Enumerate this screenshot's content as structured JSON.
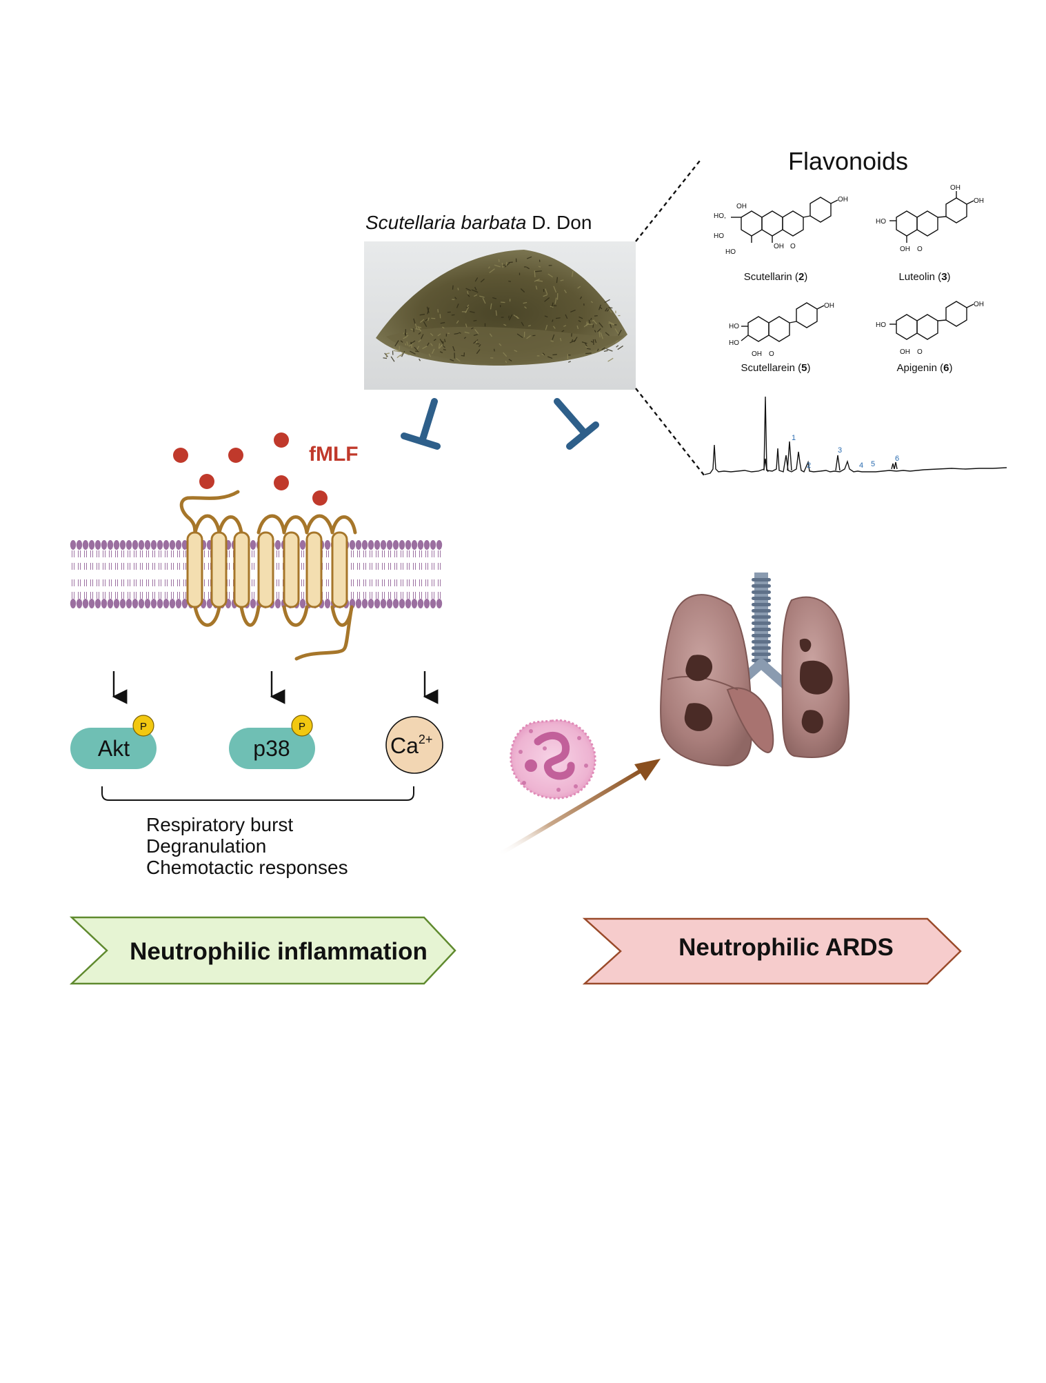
{
  "herb": {
    "name_italic": "Scutellaria barbata",
    "name_suffix": " D. Don"
  },
  "flavonoids": {
    "title": "Flavonoids",
    "compounds": [
      {
        "name": "Scutellarin",
        "number": "2"
      },
      {
        "name": "Luteolin",
        "number": "3"
      },
      {
        "name": "Scutellarein",
        "number": "5"
      },
      {
        "name": "Apigenin",
        "number": "6"
      }
    ],
    "atoms": {
      "oh": "OH",
      "ho": "HO",
      "ho_dot": "HO,",
      "o": "O"
    },
    "peak_labels": [
      "1",
      "2",
      "3",
      "4",
      "5",
      "6"
    ]
  },
  "stimulus": {
    "label": "fMLF",
    "color": "#c0392b"
  },
  "signals": {
    "akt": "Akt",
    "p38": "p38",
    "ca": "Ca",
    "ca_charge": "2+",
    "phospho": "P"
  },
  "responses": [
    "Respiratory burst",
    "Degranulation",
    "Chemotactic responses"
  ],
  "outcomes": {
    "left": "Neutrophilic inflammation",
    "right": "Neutrophilic ARDS"
  },
  "colors": {
    "inhibit": "#2e5f8a",
    "membrane": "#9b6fa0",
    "receptor_fill": "#f3deb0",
    "receptor_stroke": "#a6762a",
    "signal_teal": "#6fbfb4",
    "phospho_yellow": "#f2c811",
    "ca_fill": "#f2d6b3",
    "left_banner_fill": "#e6f4d3",
    "left_banner_stroke": "#5f8a2e",
    "right_banner_fill": "#f6cccc",
    "right_banner_stroke": "#9a4a2a",
    "arrow_brown": "#8a4f1e"
  },
  "icons": [
    "herb-photo",
    "receptor",
    "neutrophil-cell",
    "lungs",
    "chromatogram"
  ]
}
